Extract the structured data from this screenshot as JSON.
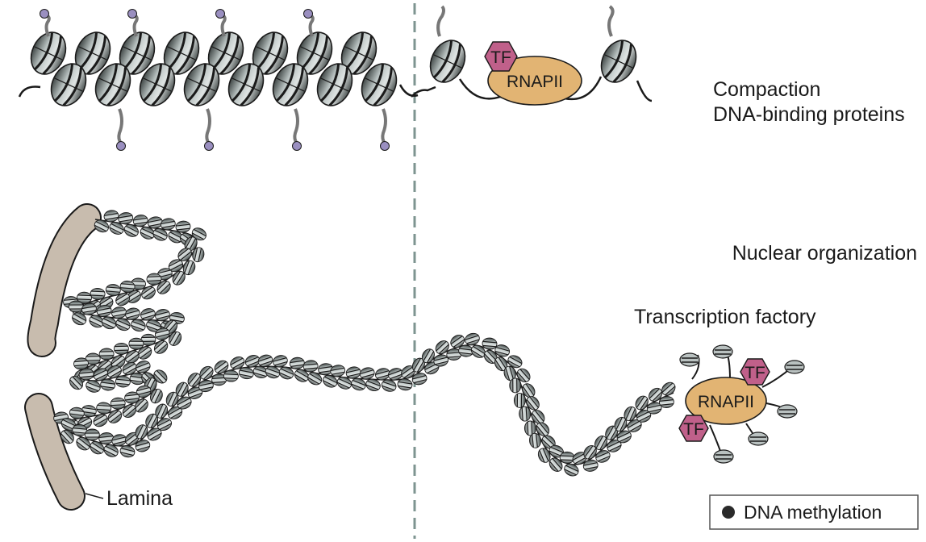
{
  "labels": {
    "compaction": "Compaction",
    "dna_binding": "DNA-binding proteins",
    "nuclear_organization": "Nuclear organization",
    "transcription_factory": "Transcription factory",
    "lamina": "Lamina",
    "legend_dna_methylation": "DNA methylation"
  },
  "proteins": {
    "tf": "TF",
    "rnapii": "RNAPII"
  },
  "colors": {
    "nucleosome_light": "#c9d0d0",
    "nucleosome_dark": "#4a5150",
    "dna": "#1a1a1a",
    "rnapii_fill": "#e2b473",
    "tf_fill": "#c0608a",
    "lamina_fill": "#c8bcae",
    "methyl_mark": "#9a8fc0",
    "divider": "#7e9490"
  }
}
